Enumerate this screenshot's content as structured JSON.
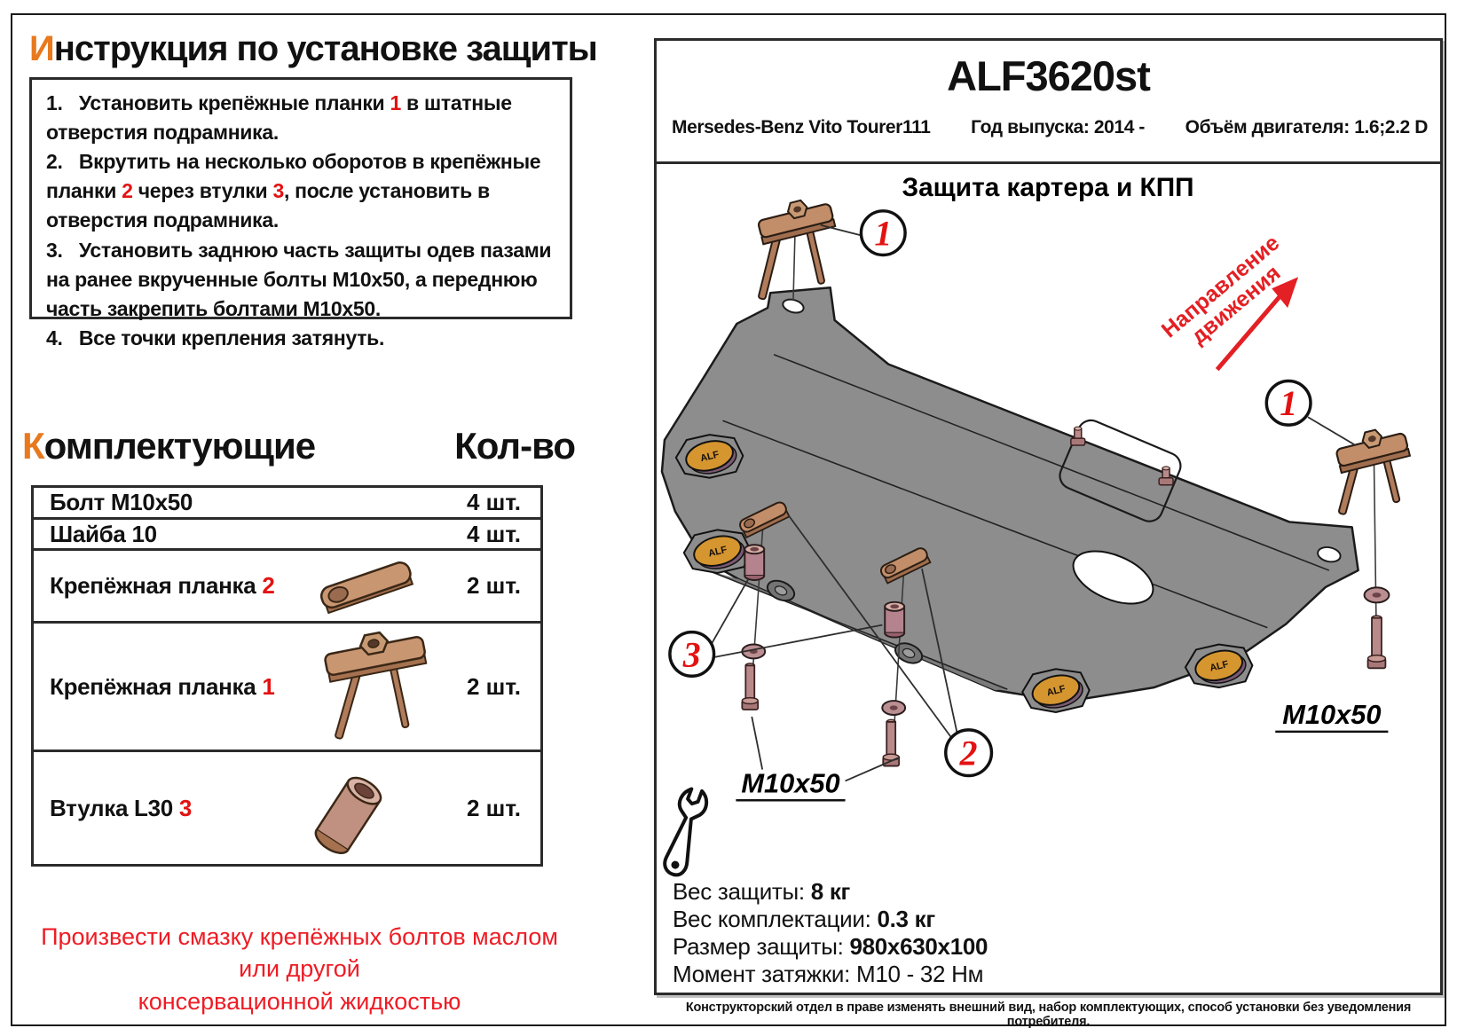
{
  "left": {
    "title": {
      "first": "И",
      "rest": "нструкция по установке защиты"
    },
    "instructions": [
      [
        {
          "t": "1.   Установить крепёжные планки "
        },
        {
          "t": "1",
          "c": "red"
        },
        {
          "t": " в штатные отверстия подрамника."
        }
      ],
      [
        {
          "t": "2.   Вкрутить на несколько оборотов в крепёжные планки "
        },
        {
          "t": "2",
          "c": "red"
        },
        {
          "t": " через втулки "
        },
        {
          "t": "3",
          "c": "red"
        },
        {
          "t": ", после установить в отверстия подрамника."
        }
      ],
      [
        {
          "t": "3.   Установить заднюю часть защиты одев пазами на ранее вкрученные болты М10х50, а переднюю часть закрепить болтами М10х50."
        }
      ],
      [
        {
          "t": "4.   Все точки крепления затянуть."
        }
      ]
    ],
    "parts_title": {
      "first": "К",
      "rest": "омплектующие"
    },
    "qty_title": "Кол-во",
    "rows": [
      {
        "name": [
          {
            "t": "Болт М10х50"
          }
        ],
        "qty": "4 шт."
      },
      {
        "name": [
          {
            "t": "Шайба 10"
          }
        ],
        "qty": "4 шт."
      },
      {
        "name": [
          {
            "t": "Крепёжная планка "
          },
          {
            "t": "2",
            "c": "red"
          }
        ],
        "qty": "2 шт."
      },
      {
        "name": [
          {
            "t": "Крепёжная планка "
          },
          {
            "t": "1",
            "c": "red"
          }
        ],
        "qty": "2 шт."
      },
      {
        "name": [
          {
            "t": "Втулка L30 "
          },
          {
            "t": "3",
            "c": "red"
          }
        ],
        "qty": "2 шт."
      }
    ],
    "note_line1": "Произвести смазку крепёжных болтов маслом или другой",
    "note_line2": "консервационной жидкостью"
  },
  "header": {
    "code": "ALF3620st",
    "vehicle": "Mersedes-Benz Vito Tourer111",
    "year": "Год выпуска: 2014 -",
    "engine": "Объём двигателя: 1.6;2.2 D"
  },
  "diagram": {
    "subtitle": "Защита картера и КПП",
    "direction_line1": "Направление",
    "direction_line2": "движения",
    "bolt_label": "M10x50",
    "callout_1": "1",
    "callout_2": "2",
    "callout_3": "3",
    "badge_text": "ALF"
  },
  "specs": [
    {
      "label": "Вес защиты: ",
      "value": "8 кг"
    },
    {
      "label": "Вес комплектации: ",
      "value": "0.3 кг"
    },
    {
      "label": "Размер защиты: ",
      "value": "980х630х100"
    },
    {
      "label": "Момент затяжки:  ",
      "value": "М10 - 32 Нм"
    }
  ],
  "footer": "Конструкторский отдел в праве изменять внешний вид, набор комплектующих, способ установки без уведомления потребителя.",
  "colors": {
    "accent_orange": "#e8791e",
    "accent_red": "#e31212",
    "plate_gray": "#8d8d8d",
    "part_copper": "#c28d69",
    "badge_gold": "#d5952f"
  }
}
